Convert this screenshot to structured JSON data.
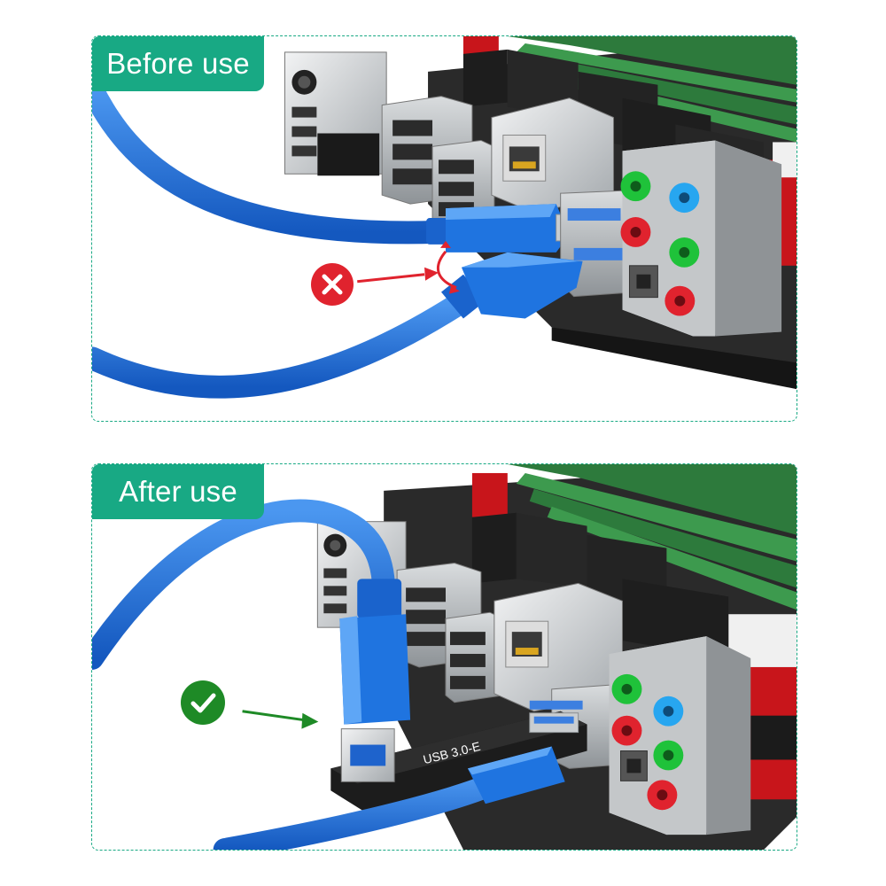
{
  "panels": {
    "before": {
      "label": "Before use",
      "status": "incorrect"
    },
    "after": {
      "label": "After use",
      "status": "correct",
      "adapter_text": "USB 3.0-E"
    }
  },
  "icons": {
    "before_mark": "cross-icon",
    "after_mark": "check-icon"
  },
  "colors": {
    "frame": "#18a984",
    "cable": "#1f74e0",
    "motherboard_red": "#c8151b",
    "ram_green": "#2d7a3c",
    "audio_green": "#1fc23a",
    "audio_red": "#e0232e",
    "audio_blue": "#27a6f0",
    "error": "#e0232e",
    "ok": "#1e8a26"
  }
}
